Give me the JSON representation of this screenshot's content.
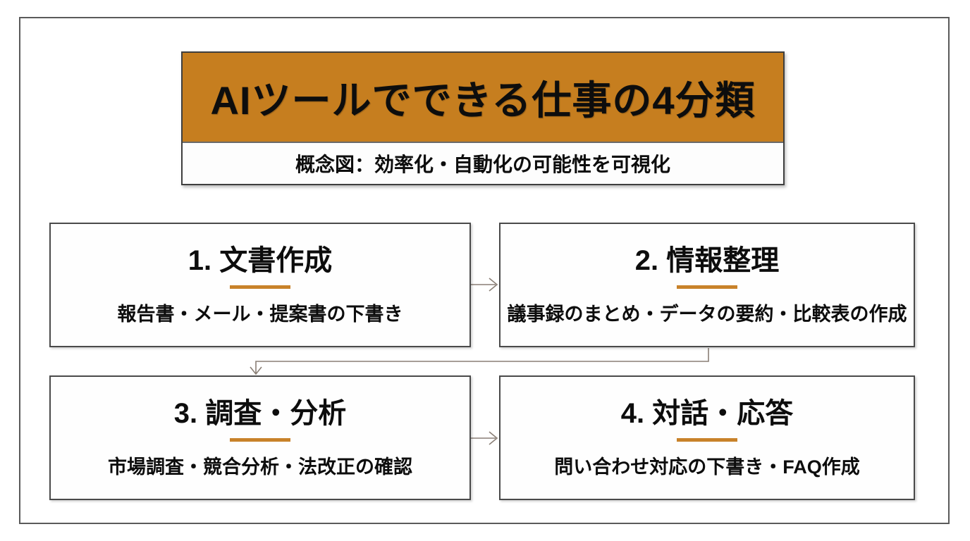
{
  "diagram": {
    "title": "AIツールでできる仕事の4分類",
    "subtitle": "概念図：効率化・自動化の可能性を可視化",
    "boxes": [
      {
        "heading": "1. 文書作成",
        "description": "報告書・メール・提案書の下書き"
      },
      {
        "heading": "2. 情報整理",
        "description": "議事録のまとめ・データの要約・比較表の作成"
      },
      {
        "heading": "3. 調査・分析",
        "description": "市場調査・競合分析・法改正の確認"
      },
      {
        "heading": "4. 対話・応答",
        "description": "問い合わせ対応の下書き・FAQ作成"
      }
    ],
    "flow": [
      {
        "from": "1. 文書作成",
        "to": "2. 情報整理"
      },
      {
        "from": "2. 情報整理",
        "to": "3. 調査・分析"
      },
      {
        "from": "3. 調査・分析",
        "to": "4. 対話・応答"
      }
    ],
    "colors": {
      "title_background": "#C67E1F",
      "divider_accent": "#C8822A",
      "box_border": "#4a4a4a",
      "arrow": "#8a7f76",
      "text": "#0d0d0d",
      "background": "#ffffff"
    }
  }
}
